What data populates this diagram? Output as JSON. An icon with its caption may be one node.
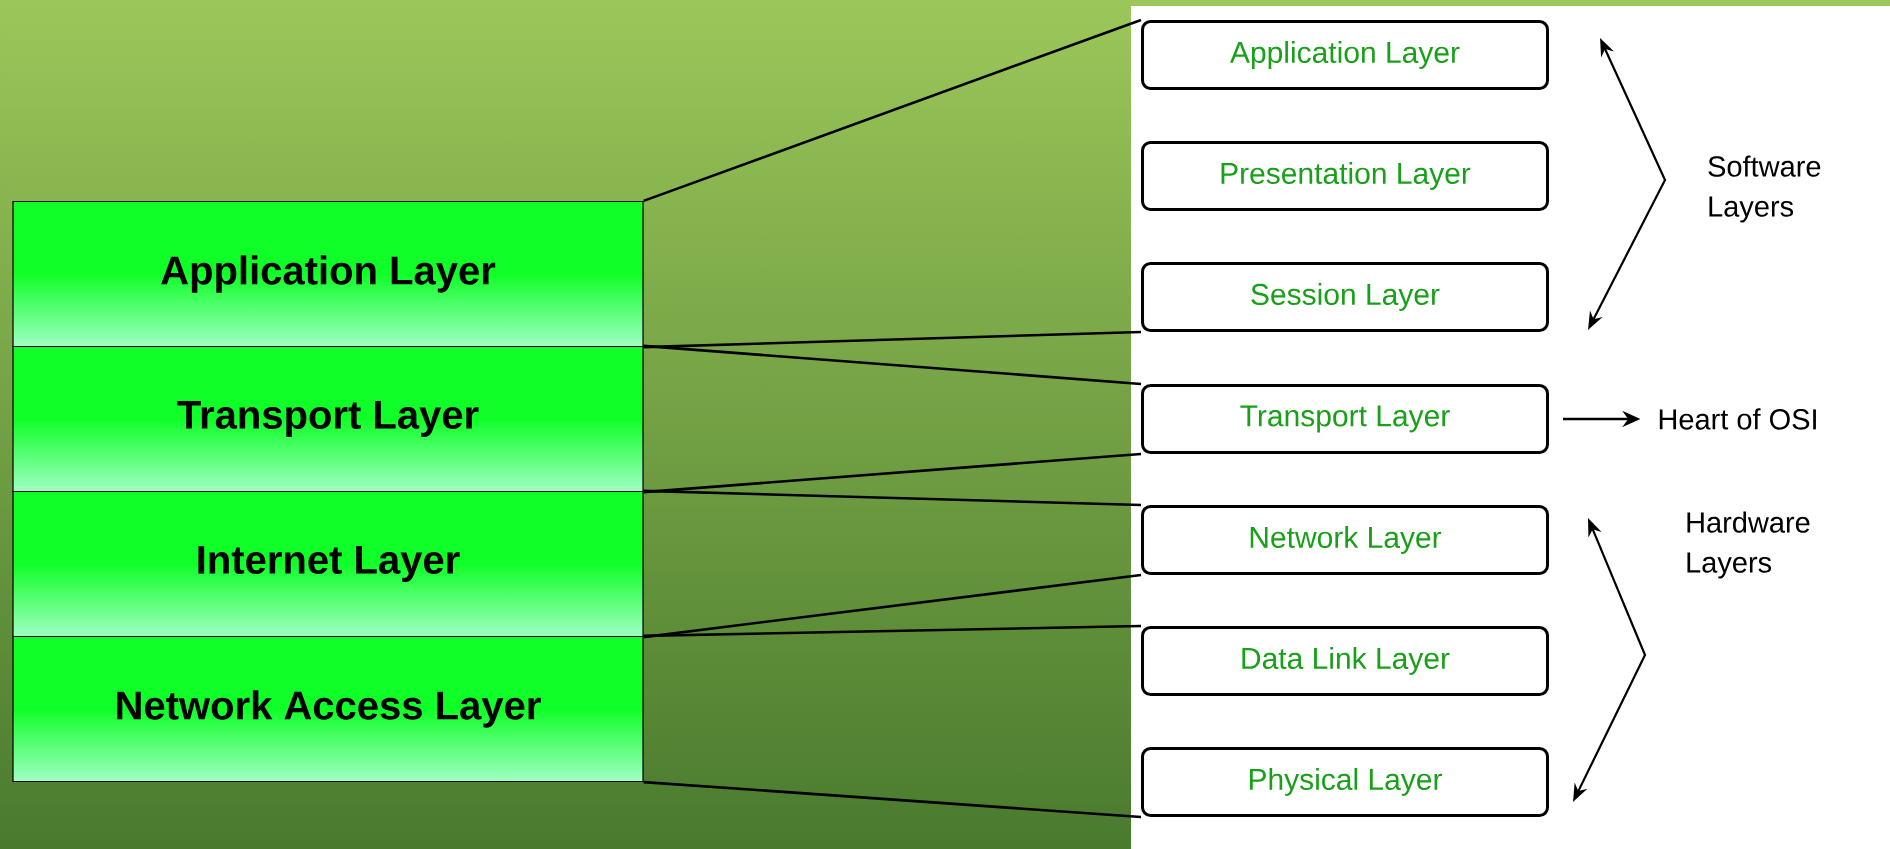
{
  "diagram": {
    "nodes": [
      {
        "text": [
          "Application Layer"
        ]
      },
      {
        "text": [
          "Transport Layer"
        ]
      },
      {
        "text": [
          "Internet Layer"
        ]
      },
      {
        "text": [
          "Network Access Layer"
        ]
      },
      {
        "text": [
          "Application Layer"
        ]
      },
      {
        "text": [
          "Presentation Layer"
        ]
      },
      {
        "text": [
          "Session Layer"
        ]
      },
      {
        "text": [
          "Transport Layer"
        ]
      },
      {
        "text": [
          "Network Layer"
        ]
      },
      {
        "text": [
          "Data Link Layer"
        ]
      },
      {
        "text": [
          "Physical Layer"
        ]
      },
      {
        "text": [
          "Heart of OSI"
        ]
      }
    ],
    "edges": [
      {
        "from": 0,
        "to": 4,
        "arrow": "none"
      },
      {
        "from": 0,
        "to": 6,
        "arrow": "none"
      },
      {
        "from": 1,
        "to": 7,
        "arrow": "none"
      },
      {
        "from": 1,
        "to": 7,
        "arrow": "none"
      },
      {
        "from": 2,
        "to": 8,
        "arrow": "none"
      },
      {
        "from": 2,
        "to": 8,
        "arrow": "none"
      },
      {
        "from": 3,
        "to": 9,
        "arrow": "none"
      },
      {
        "from": 3,
        "to": 10,
        "arrow": "none"
      },
      {
        "from": 7,
        "to": 11,
        "arrow": "to"
      }
    ],
    "labels": [
      "Software Layers",
      "Hardware Layers"
    ]
  }
}
